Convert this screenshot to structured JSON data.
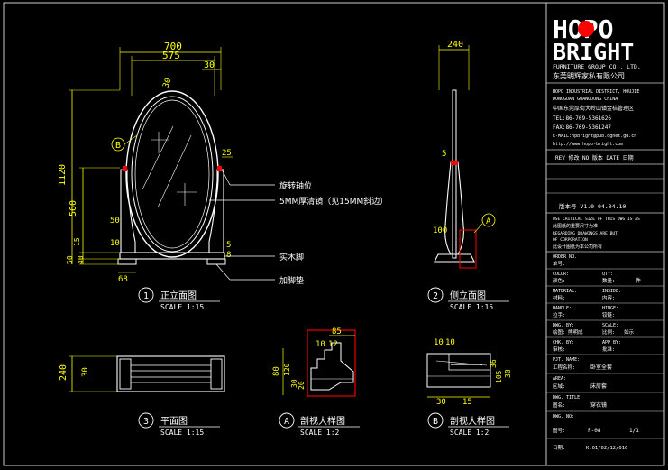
{
  "title_block": {
    "logo_line1": "HOPO",
    "logo_line2": "BRIGHT",
    "company_en": "FURNITURE GROUP CO., LTD.",
    "company_cn": "东莞明辉家私有限公司",
    "address_en1": "HOPO INDUSTRIAL DISTRICT, HOUJIE",
    "address_en2": "DONGGUAN GUANGDONG CHINA",
    "address_cn": "中国东莞厚街大岭山镇金桔管理区",
    "tel": "TEL:86-769-5361626",
    "fax": "FAX:86-769-5361247",
    "email": "E-MAIL:hpbright@pub.dgnet.gd.cn",
    "web": "http://www.hopo-bright.com",
    "rev_header": "REV 修改 NO 版本 DATE 日期",
    "version": "版本号 V1.0 04.04.10",
    "note_en1": "USE CRITICAL SIZE OF THIS DWG IS AS",
    "note_cn1": "此图纸的重要尺寸为准",
    "note_en2": "REGARDING DRAWINGS ARE BUT",
    "note_en3": "OF CORPORATION",
    "note_cn2": "此设计图纸为本公司所有",
    "order_no_label": "ORDER NO.",
    "order_no_cn": "单号:",
    "color_label": "COLOR:",
    "color_cn": "颜色:",
    "qty_label": "QTY:",
    "qty_cn": "数量:",
    "qty_value": "件",
    "material_label": "MATERIAL:",
    "material_cn": "材料:",
    "inside_label": "INSIDE:",
    "inside_cn": "内容:",
    "handle_label": "HANDLE:",
    "handle_cn": "拉手:",
    "hinge_label": "HINGE:",
    "hinge_cn": "铰链:",
    "dwg_by_label": "DWG. BY:",
    "dwg_by_cn": "绘图:",
    "dwg_by_value": "熊明成",
    "scale_label": "SCALE:",
    "scale_cn": "比例:",
    "scale_value": "如示",
    "chk_by_label": "CHK. BY:",
    "chk_by_cn": "审核:",
    "app_by_label": "APP BY:",
    "app_by_cn": "批准:",
    "prj_label": "PJT. NAME:",
    "prj_cn": "工程名称:",
    "prj_value": "卧室全套",
    "area_label": "AREA:",
    "area_cn": "区域:",
    "area_value": "床房套",
    "dwg_title_label": "DWG. TITLE:",
    "dwg_title_cn": "图名:",
    "dwg_title_value": "穿衣镜",
    "dwg_no_label": "DWG. NO:",
    "dwg_no_cn": "图号:",
    "dwg_no_value": "F-08",
    "sheet": "1/1",
    "date_label": "日期:",
    "date_value": "K:01/02/12/016"
  },
  "views": [
    {
      "number": "1",
      "title": "正立面图",
      "scale": "SCALE 1:15"
    },
    {
      "number": "2",
      "title": "侧立面图",
      "scale": "SCALE 1:15"
    },
    {
      "number": "3",
      "title": "平面图",
      "scale": "SCALE 1:15"
    },
    {
      "number": "A",
      "title": "剖视大样图",
      "scale": "SCALE 1:2"
    },
    {
      "number": "B",
      "title": "剖视大样图",
      "scale": "SCALE 1:2"
    }
  ],
  "callouts": {
    "pivot": "旋转轴位",
    "mirror": "5MM厚清镜（见15MM斜边）",
    "solid_wood": "实木脚",
    "foot_pad": "加脚垫",
    "bubble_a": "A",
    "bubble_b": "B"
  },
  "dimensions": {
    "front_width": "700",
    "front_inner": "575",
    "front_30_top": "30",
    "front_30_arc": "30",
    "front_25": "25",
    "front_1120": "1120",
    "front_560": "560",
    "front_50": "50",
    "front_10": "10",
    "front_15": "15",
    "front_50b": "50",
    "front_40": "40",
    "front_5": "5",
    "front_8": "8",
    "front_68": "68",
    "side_240": "240",
    "side_5": "5",
    "side_100": "100",
    "plan_240": "240",
    "plan_30": "30",
    "detA_85": "85",
    "detA_10": "10",
    "detA_12": "12",
    "detA_80": "80",
    "detA_120": "120",
    "detA_30": "30",
    "detA_20": "20",
    "detB_10a": "10",
    "detB_10b": "10",
    "detB_30": "30",
    "detB_15": "15",
    "detB_105": "105",
    "detB_30r": "30",
    "detB_36": "36"
  },
  "colors": {
    "background": "#000000",
    "drawing": "#ffffff",
    "dimension": "#ffff00",
    "accent": "#ff0000",
    "frame": "#cccccc"
  }
}
